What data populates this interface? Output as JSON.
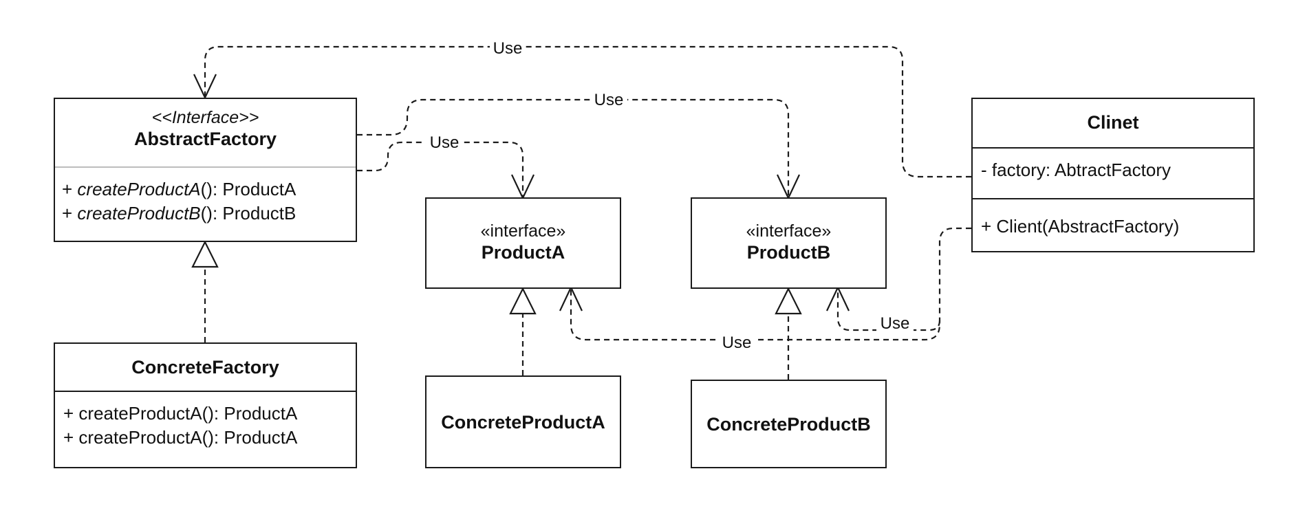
{
  "diagram": {
    "abstract_factory": {
      "stereotype": "<<Interface>>",
      "name": "AbstractFactory",
      "methods": [
        {
          "prefix": "+ ",
          "name": "createProductA",
          "suffix": "(): ProductA"
        },
        {
          "prefix": "+ ",
          "name": "createProductB",
          "suffix": "(): ProductB"
        }
      ]
    },
    "concrete_factory": {
      "name": "ConcreteFactory",
      "methods": [
        "+ createProductA(): ProductA",
        "+ createProductA(): ProductA"
      ]
    },
    "product_a": {
      "stereotype": "«interface»",
      "name": "ProductA"
    },
    "product_b": {
      "stereotype": "«interface»",
      "name": "ProductB"
    },
    "concrete_product_a": {
      "name": "ConcreteProductA"
    },
    "concrete_product_b": {
      "name": "ConcreteProductB"
    },
    "client": {
      "name": "Clinet",
      "attribute": "- factory: AbtractFactory",
      "operation": "+ Client(AbstractFactory)"
    },
    "edge_labels": {
      "client_to_factory": "Use",
      "factory_to_product_b": "Use",
      "factory_to_product_a": "Use",
      "client_to_product_b": "Use",
      "client_to_product_a": "Use"
    }
  }
}
